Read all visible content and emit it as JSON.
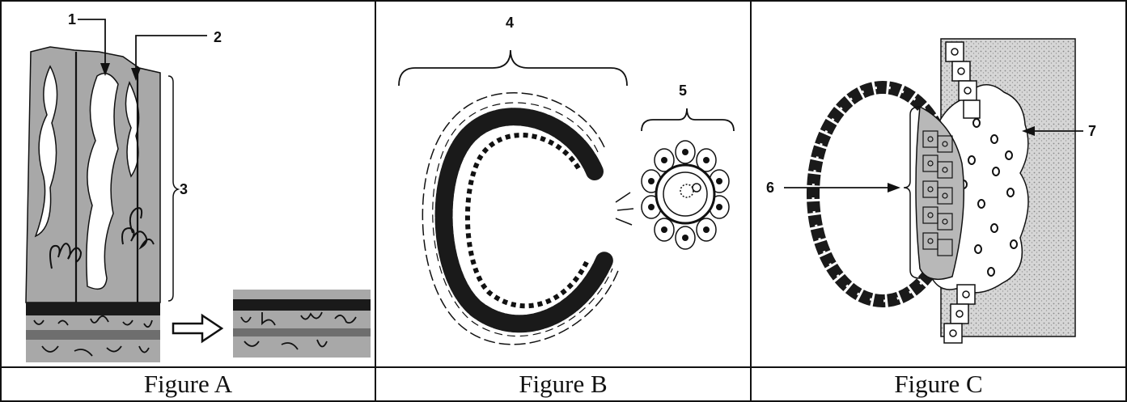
{
  "figures": [
    {
      "caption": "Figure A",
      "labels": {
        "l1": "1",
        "l2": "2",
        "l3": "3"
      }
    },
    {
      "caption": "Figure B",
      "labels": {
        "l4": "4",
        "l5": "5"
      }
    },
    {
      "caption": "Figure C",
      "labels": {
        "l6": "6",
        "l7": "7"
      }
    }
  ],
  "colors": {
    "tissue": "#a8a8a8",
    "dark_band": "#1a1a1a",
    "mid_band": "#6e6e6e",
    "stroke": "#111111",
    "stipple": "#bdbdbd"
  }
}
